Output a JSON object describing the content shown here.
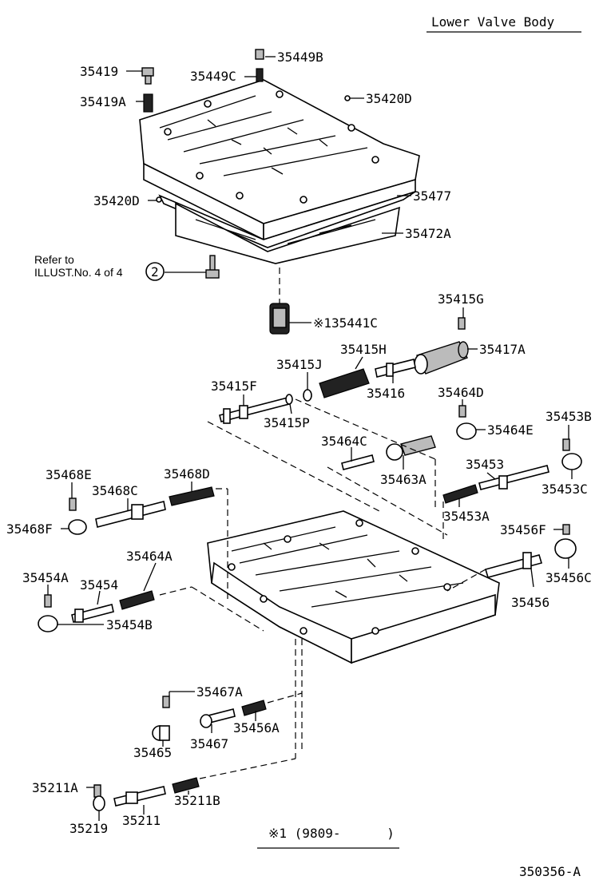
{
  "title": "Lower Valve Body",
  "diagram_id": "350356-A",
  "footnote": "※1 (9809-      )",
  "refer": {
    "line1": "Refer to",
    "line2": "ILLUST.No. 4 of 4",
    "circle": "2"
  },
  "labels": {
    "l35419": "35419",
    "l35449B": "35449B",
    "l35449C": "35449C",
    "l35419A": "35419A",
    "l35420D_a": "35420D",
    "l35420D_b": "35420D",
    "l35477": "35477",
    "l35472A": "35472A",
    "l135441C": "※135441C",
    "l35415G": "35415G",
    "l35415H": "35415H",
    "l35417A": "35417A",
    "l35415J": "35415J",
    "l35415F": "35415F",
    "l35416": "35416",
    "l35464D": "35464D",
    "l35415P": "35415P",
    "l35464E": "35464E",
    "l35453B": "35453B",
    "l35464C": "35464C",
    "l35463A": "35463A",
    "l35453": "35453",
    "l35453C": "35453C",
    "l35468E": "35468E",
    "l35468D": "35468D",
    "l35468C": "35468C",
    "l35468F": "35468F",
    "l35453A": "35453A",
    "l35456F": "35456F",
    "l35464A": "35464A",
    "l35456C": "35456C",
    "l35454A": "35454A",
    "l35454": "35454",
    "l35456": "35456",
    "l35454B": "35454B",
    "l35467A": "35467A",
    "l35456A": "35456A",
    "l35467": "35467",
    "l35465": "35465",
    "l35211A": "35211A",
    "l35211B": "35211B",
    "l35219": "35219",
    "l35211": "35211"
  }
}
